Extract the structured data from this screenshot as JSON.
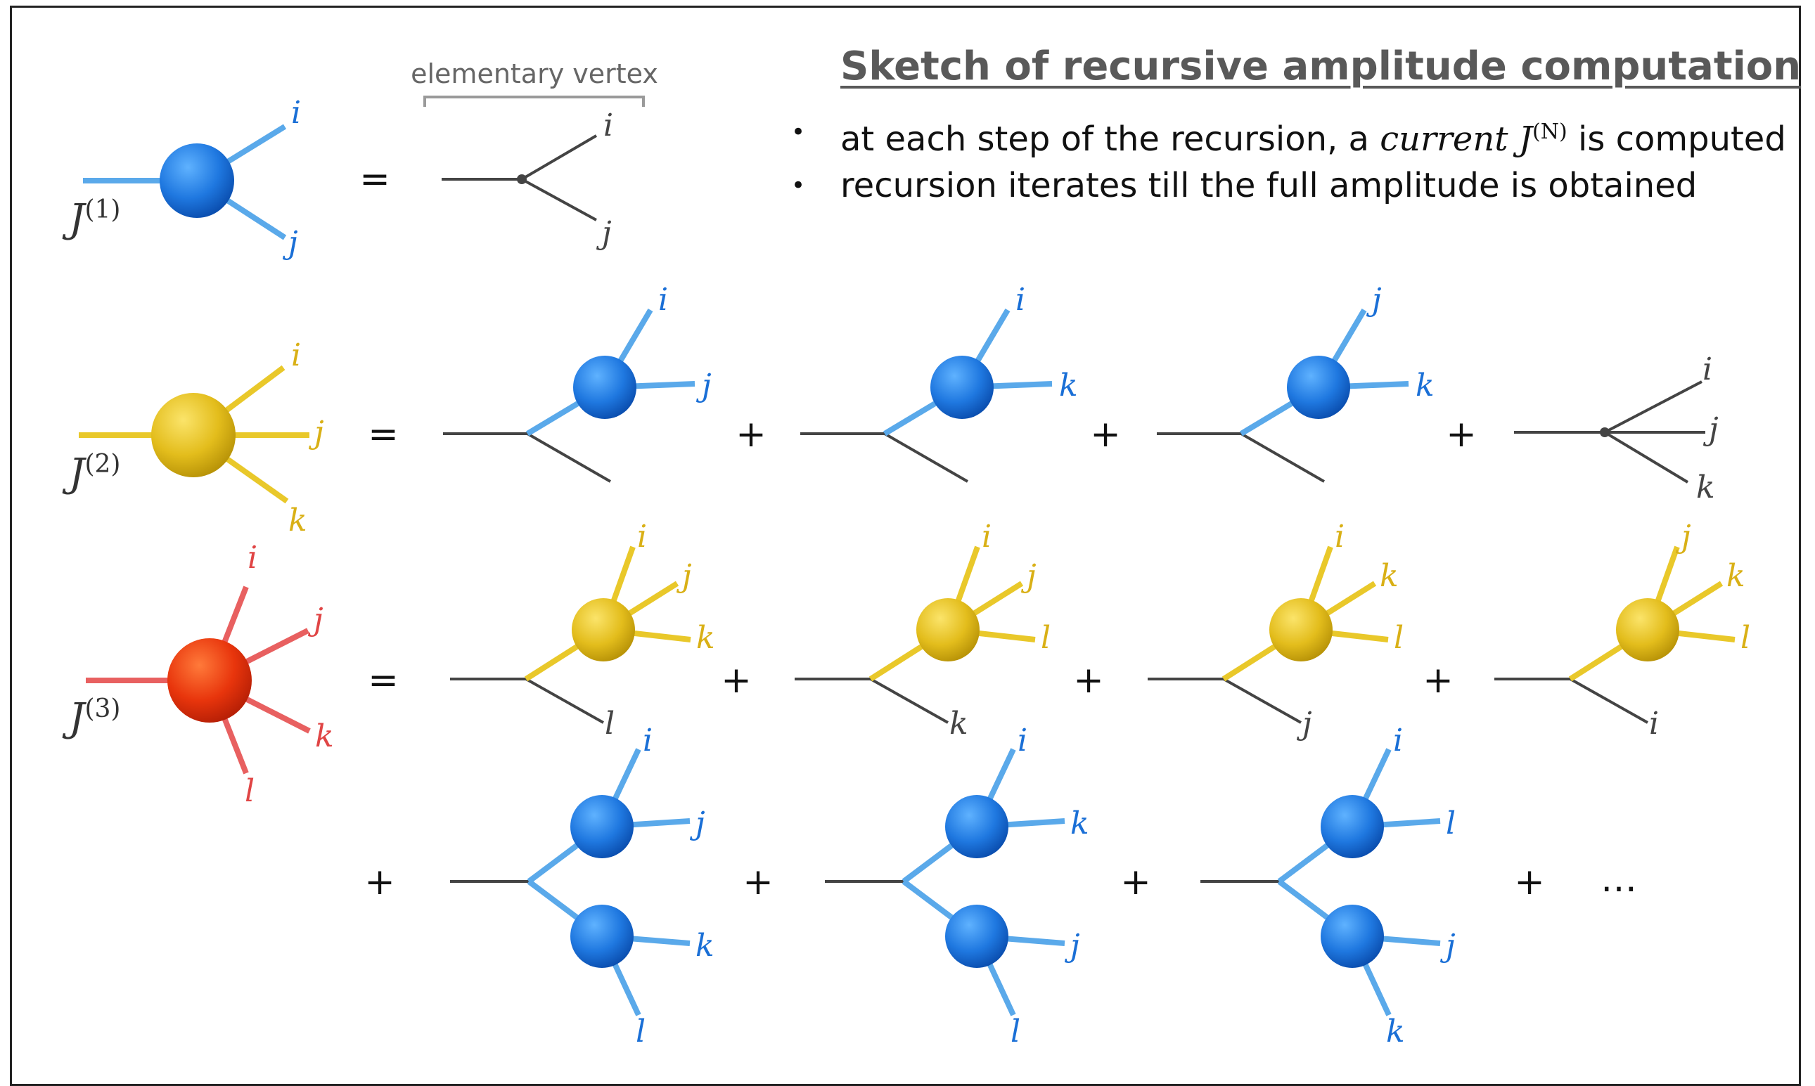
{
  "title": "Sketch of recursive amplitude computation",
  "bullets": [
    {
      "pre": "at each step of the recursion, a ",
      "em": "current",
      "math": "J",
      "sup": "(N)",
      "post": " is computed"
    },
    {
      "pre": "recursion iterates till the full amplitude is obtained",
      "em": "",
      "math": "",
      "sup": "",
      "post": ""
    }
  ],
  "bullet_marker": "•",
  "elementary_vertex_caption": "elementary vertex",
  "currents": [
    {
      "name": "J",
      "sup": "(1)"
    },
    {
      "name": "J",
      "sup": "(2)"
    },
    {
      "name": "J",
      "sup": "(3)"
    }
  ],
  "operators": {
    "equals": "=",
    "plus": "+",
    "ellipsis": "…"
  },
  "colors": {
    "blue_blob": "#1f78e0",
    "blue_line": "#5aa9ea",
    "yellow_blob": "#e3bd1c",
    "yellow_line": "#e9c82a",
    "red_blob": "#e8350c",
    "red_line": "#e86060",
    "gray_line": "#444444",
    "blue_text": "#1a6fd6",
    "yellow_text": "#d9b016",
    "red_text": "#e04545",
    "gray_text": "#444444"
  },
  "rows": {
    "row1": {
      "lhs_labels": [
        "i",
        "j"
      ],
      "rhs_labels": [
        "i",
        "j"
      ]
    },
    "row2": {
      "lhs_labels": [
        "i",
        "j",
        "k"
      ],
      "terms": [
        {
          "blob_labels": [
            "i",
            "j"
          ],
          "free_label": ""
        },
        {
          "blob_labels": [
            "i",
            "k"
          ],
          "free_label": ""
        },
        {
          "blob_labels": [
            "j",
            "k"
          ],
          "free_label": ""
        },
        {
          "vertex_labels": [
            "i",
            "j",
            "k"
          ]
        }
      ]
    },
    "row3": {
      "lhs_labels": [
        "i",
        "j",
        "k",
        "l"
      ],
      "terms": [
        {
          "blob_labels": [
            "i",
            "j",
            "k"
          ],
          "free_label": "l"
        },
        {
          "blob_labels": [
            "i",
            "j",
            "l"
          ],
          "free_label": "k"
        },
        {
          "blob_labels": [
            "i",
            "k",
            "l"
          ],
          "free_label": "j"
        },
        {
          "blob_labels": [
            "j",
            "k",
            "l"
          ],
          "free_label": "i"
        }
      ]
    },
    "row4": {
      "terms": [
        {
          "top_labels": [
            "i",
            "j"
          ],
          "bottom_labels": [
            "k",
            "l"
          ]
        },
        {
          "top_labels": [
            "i",
            "k"
          ],
          "bottom_labels": [
            "j",
            "l"
          ]
        },
        {
          "top_labels": [
            "i",
            "l"
          ],
          "bottom_labels": [
            "j",
            "k"
          ]
        }
      ]
    }
  }
}
